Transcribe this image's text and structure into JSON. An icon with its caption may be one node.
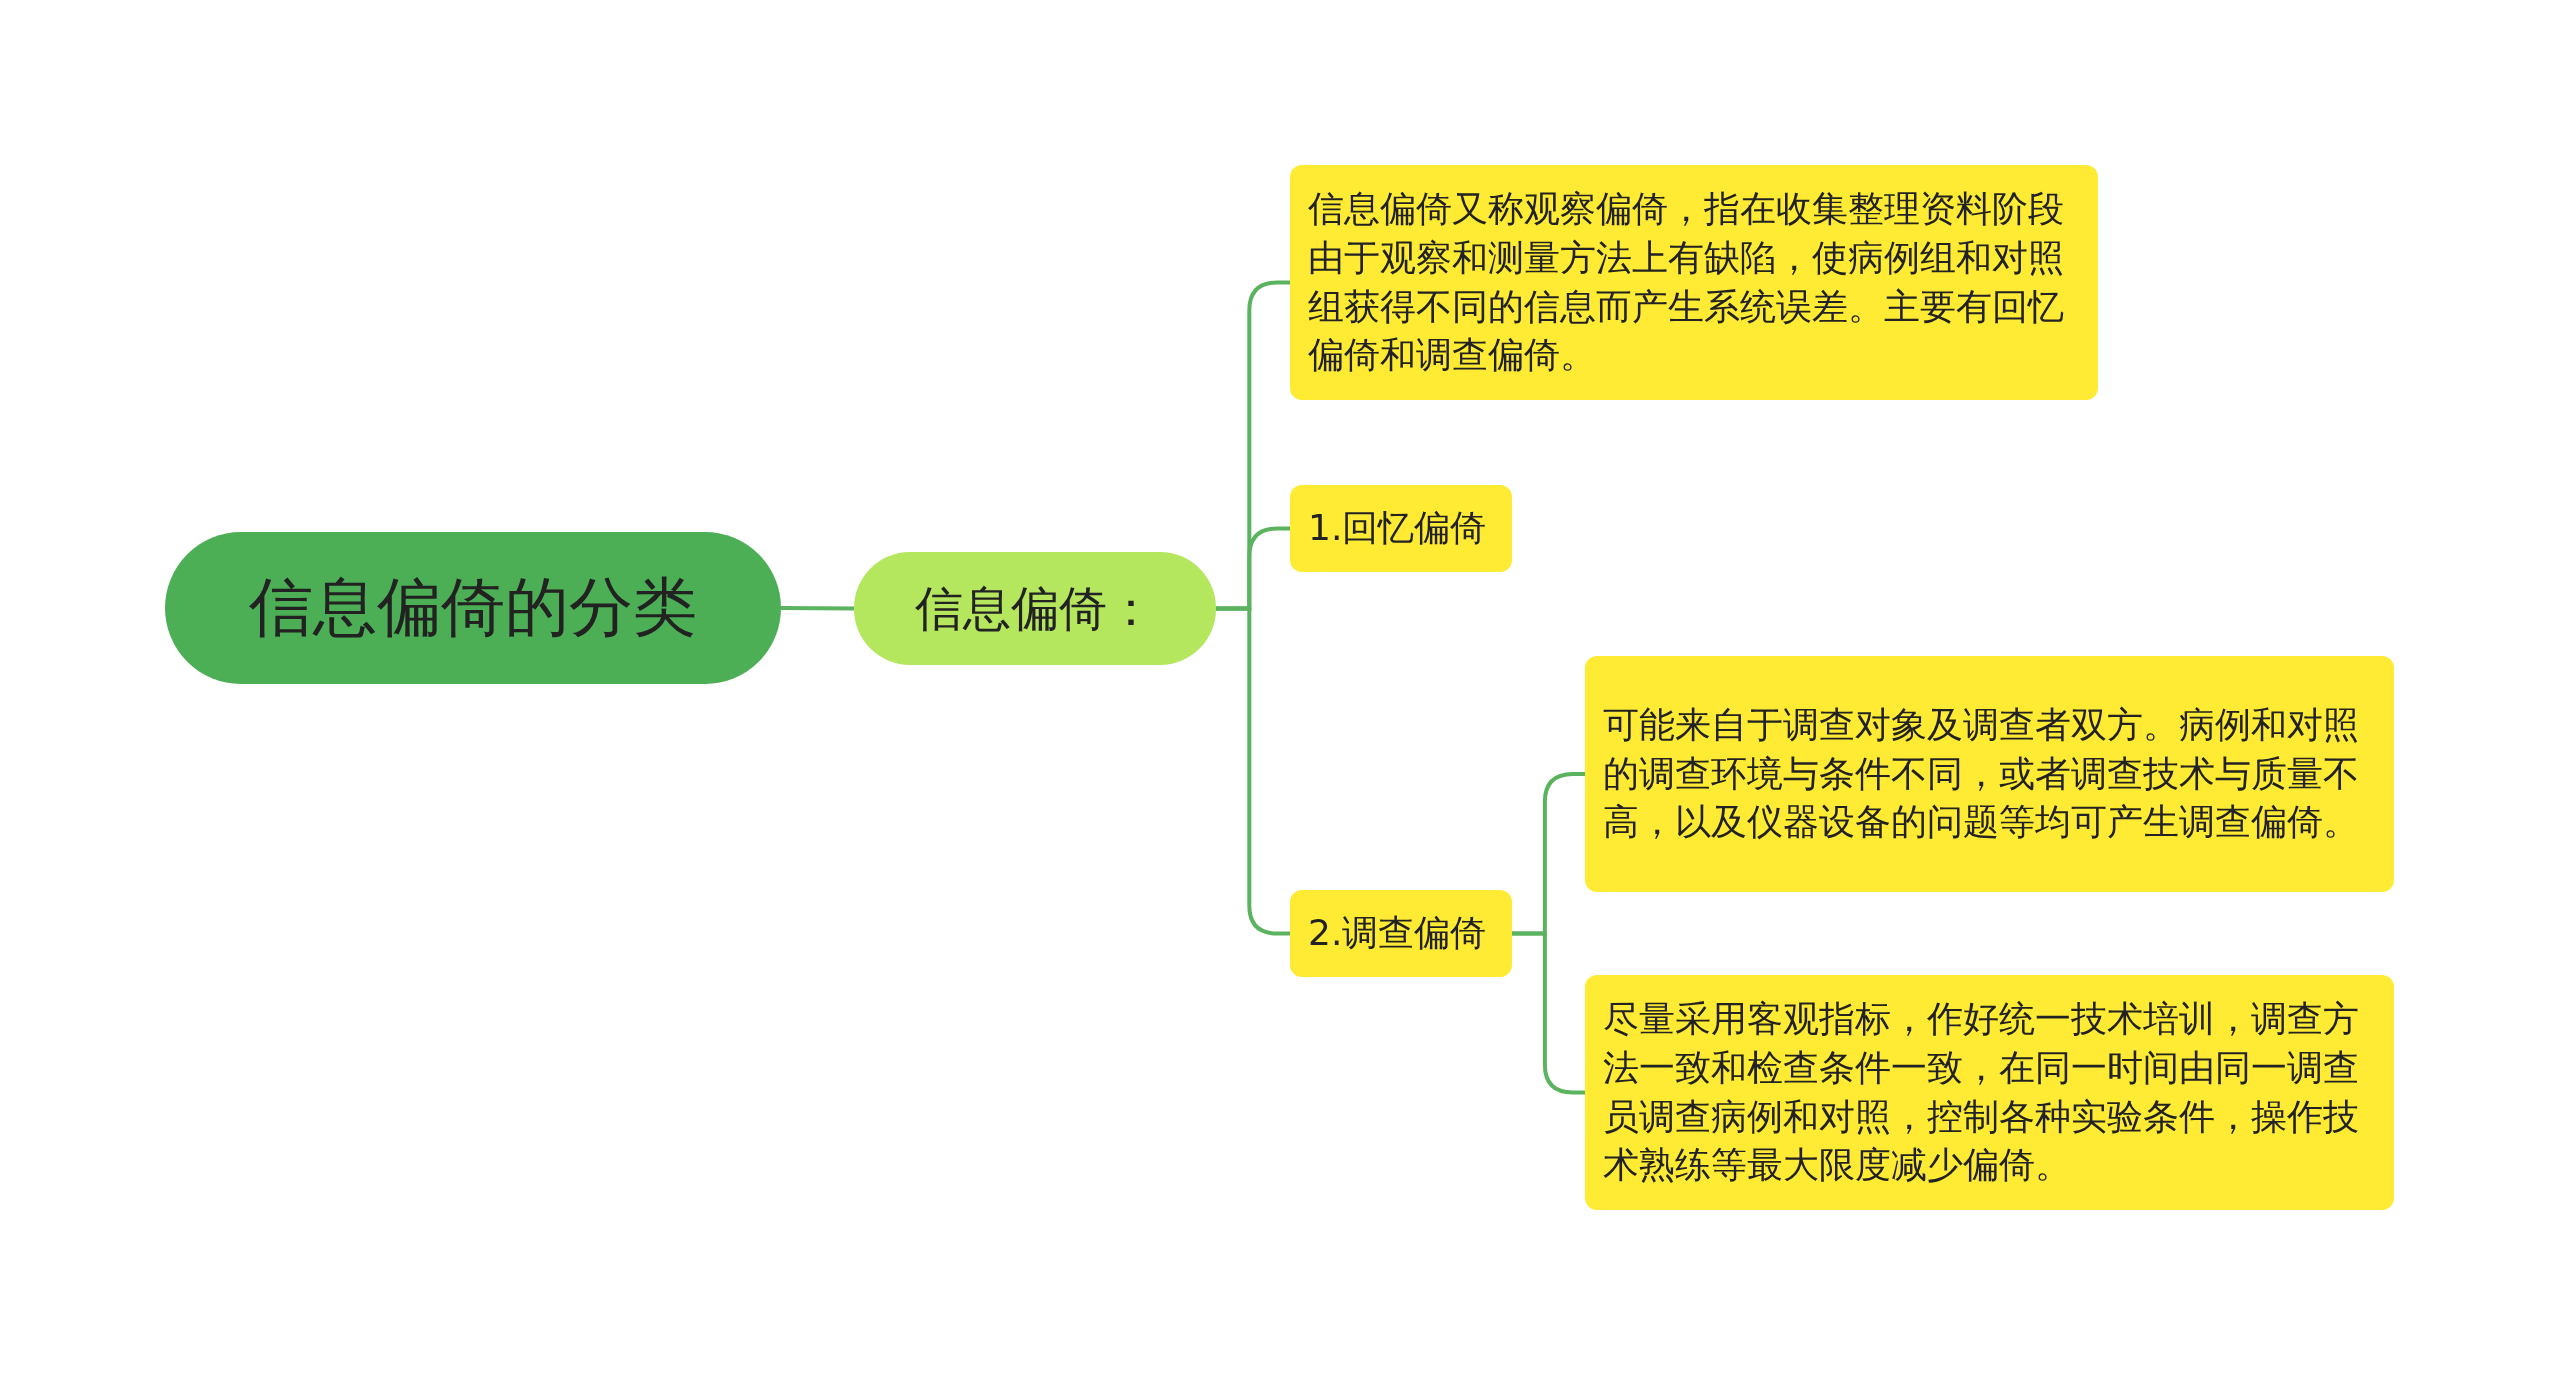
{
  "diagram": {
    "nodes": [
      {
        "text": [
          "信息偏倚的分类"
        ]
      },
      {
        "text": [
          "信息偏倚："
        ]
      },
      {
        "text": [
          "信息偏倚又称观察偏倚，指在收集整理资料阶段由于观察和测量方法上有缺陷，使病例组和对照组获得不同的信息而产生系统误差。主要有回忆偏倚和调查偏倚。"
        ]
      },
      {
        "text": [
          "1.回忆偏倚"
        ]
      },
      {
        "text": [
          "2.调查偏倚"
        ]
      },
      {
        "text": [
          "可能来自于调查对象及调查者双方。病例和对照的调查环境与条件不同，或者调查技术与质量不高，以及仪器设备的问题等均可产生调查偏倚。"
        ]
      },
      {
        "text": [
          "尽量采用客观指标，作好统一技术培训，调查方法一致和检查条件一致，在同一时间由同一调查员调查病例和对照，控制各种实验条件，操作技术熟练等最大限度减少偏倚。"
        ]
      }
    ],
    "edges": [
      {
        "from": 0,
        "to": 1,
        "arrow": "none"
      },
      {
        "from": 1,
        "to": 2,
        "arrow": "none"
      },
      {
        "from": 1,
        "to": 3,
        "arrow": "none"
      },
      {
        "from": 1,
        "to": 4,
        "arrow": "none"
      },
      {
        "from": 4,
        "to": 5,
        "arrow": "none"
      },
      {
        "from": 4,
        "to": 6,
        "arrow": "none"
      }
    ]
  }
}
